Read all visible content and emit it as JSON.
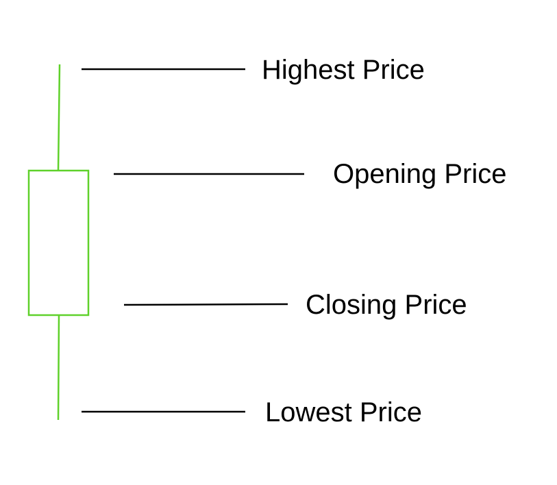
{
  "colors": {
    "candle": "#5fd12a",
    "leader_line": "#000000",
    "label_text": "#000000"
  },
  "labels": {
    "highest": "Highest Price",
    "opening": "Opening Price",
    "closing": "Closing Price",
    "lowest": "Lowest Price"
  }
}
